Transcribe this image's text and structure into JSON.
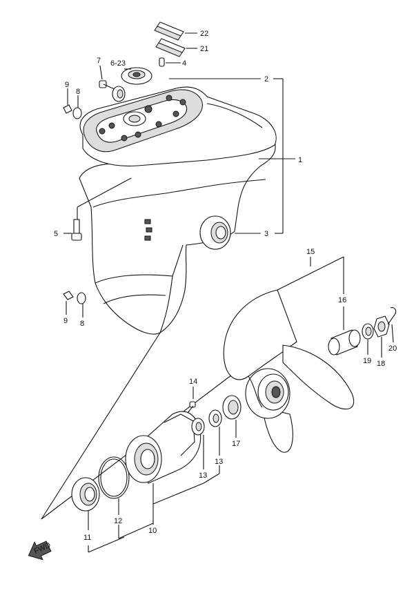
{
  "callouts": {
    "p1": "1",
    "p2": "2",
    "p3": "3",
    "p4": "4",
    "p5": "5",
    "p6_23": "6-23",
    "p7": "7",
    "p8a": "8",
    "p8b": "8",
    "p9a": "9",
    "p9b": "9",
    "p10": "10",
    "p11": "11",
    "p12": "12",
    "p13a": "13",
    "p13b": "13",
    "p14": "14",
    "p15": "15",
    "p16": "16",
    "p17": "17",
    "p18": "18",
    "p19": "19",
    "p20": "20",
    "p21": "21",
    "p22": "22"
  },
  "fwd_label": "FWD"
}
